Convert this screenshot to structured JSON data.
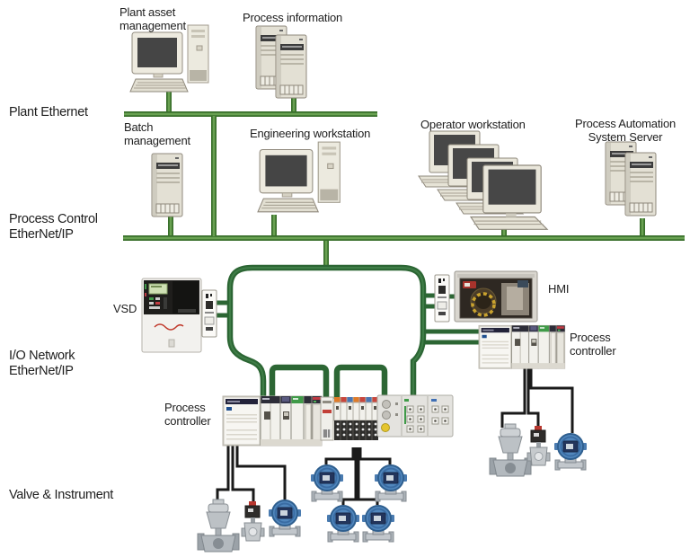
{
  "diagram": {
    "title_implied": "Process automation network architecture",
    "labels": {
      "plant_asset": "Plant asset\nmanagement",
      "process_information": "Process information",
      "plant_ethernet": "Plant Ethernet",
      "batch_management": "Batch\nmanagement",
      "engineering_workstation": "Engineering workstation",
      "operator_workstation": "Operator workstation",
      "process_automation_server": "Process Automation\nSystem Server",
      "process_control": "Process Control\nEtherNet/IP",
      "vsd": "VSD",
      "hmi": "HMI",
      "io_network": "I/O Network\nEtherNet/IP",
      "process_controller_left": "Process\ncontroller",
      "process_controller_right": "Process\ncontroller",
      "valve_instrument": "Valve & Instrument"
    },
    "colors": {
      "bus_green_dark": "#396f2b",
      "bus_green_light": "#69a152",
      "ring_green": "#2c6634",
      "cable_black": "#1a1a1a",
      "transmitter_blue": "#5187bd",
      "label_text": "#1e1e1e"
    }
  }
}
